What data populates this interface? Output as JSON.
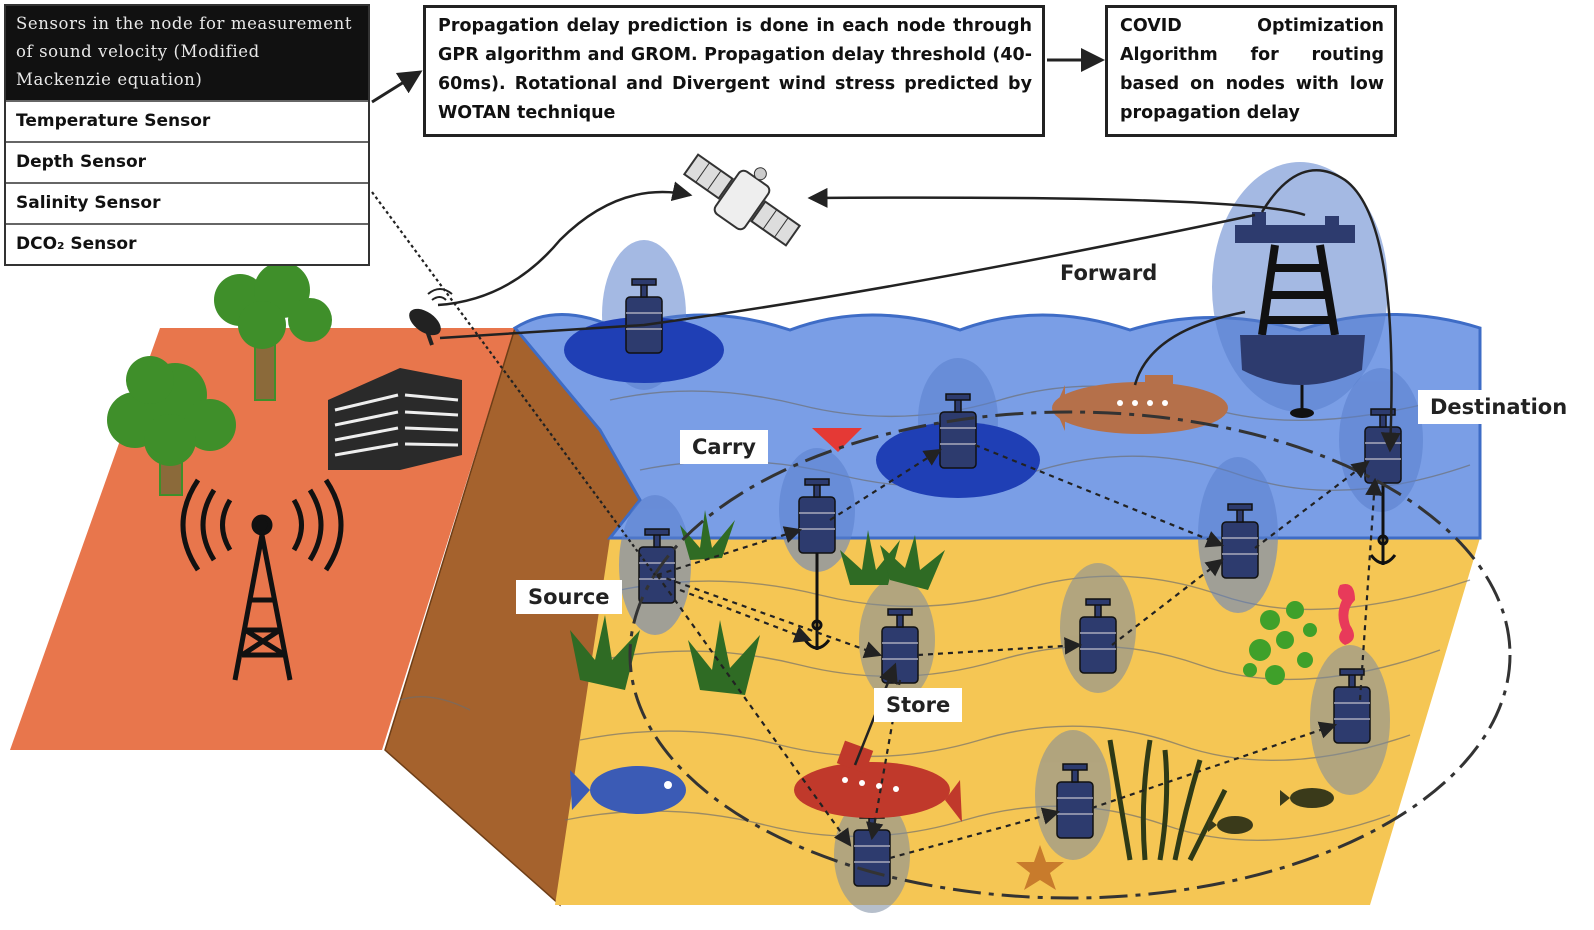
{
  "sensor_panel": {
    "header": "Sensors in the node for measurement of sound velocity (Modified Mackenzie equation)",
    "sensors": [
      "Temperature Sensor",
      "Depth Sensor",
      "Salinity Sensor",
      "DCO₂ Sensor"
    ]
  },
  "propagation_box": {
    "text": "Propagation delay prediction is done in each node through GPR algorithm and GROM. Propagation delay threshold (40-60ms). Rotational and Divergent wind stress predicted by WOTAN technique"
  },
  "covid_box": {
    "text": "COVID Optimization Algorithm for routing based on nodes with low propagation delay"
  },
  "labels": {
    "carry": "Carry",
    "source": "Source",
    "store": "Store",
    "forward": "Forward",
    "destination": "Destination"
  },
  "colors": {
    "land": "#e8764c",
    "cliff": "#a5622d",
    "sea_surface": "#7a9ee6",
    "seabed": "#f5c654",
    "node_halo": "#5a7fcc",
    "node_body": "#2d3b6e",
    "submarine": "#c0392b",
    "tree": "#3f8f2a"
  },
  "icons": [
    "satellite-icon",
    "radio-tower-icon",
    "building-icon",
    "dish-antenna-icon",
    "buoy-tower-icon",
    "anchor-icon",
    "submarine-icon",
    "fish-icon",
    "seahorse-icon",
    "starfish-icon",
    "tree-icon",
    "seaweed-icon",
    "coral-icon",
    "sensor-node-icon"
  ]
}
